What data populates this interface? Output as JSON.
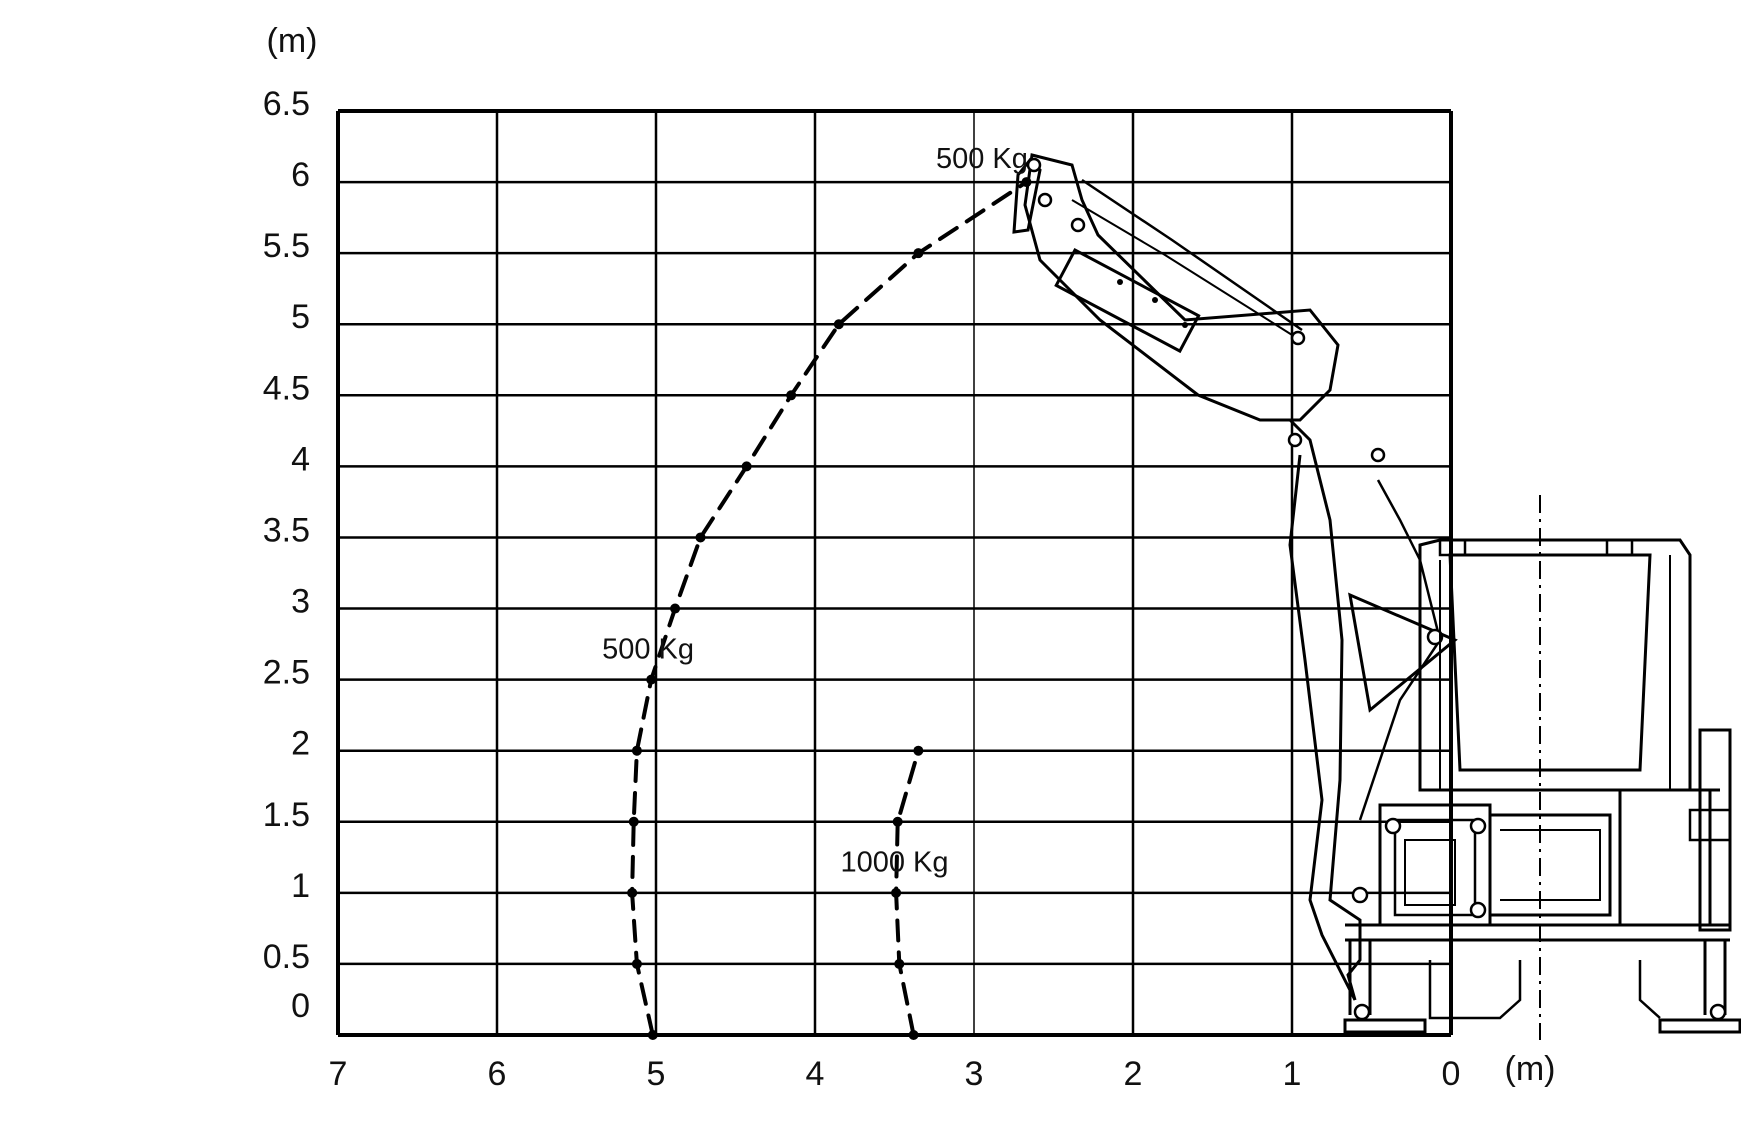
{
  "chart_data": {
    "type": "line",
    "title": "",
    "xlabel": "(m)",
    "ylabel": "(m)",
    "xlim": [
      7,
      0
    ],
    "ylim": [
      0,
      6.5
    ],
    "x_ticks": [
      "7",
      "6",
      "5",
      "4",
      "3",
      "2",
      "1",
      "0"
    ],
    "y_ticks": [
      "0",
      "0.5",
      "1",
      "1.5",
      "2",
      "2.5",
      "3",
      "3.5",
      "4",
      "4.5",
      "5",
      "5.5",
      "6",
      "6.5"
    ],
    "grid": true,
    "legend": "none",
    "series": [
      {
        "x": [
          5.02,
          5.12,
          5.15,
          5.14,
          5.12,
          5.03,
          4.88,
          4.72,
          4.43,
          4.15,
          3.85,
          3.35,
          2.67
        ],
        "y": [
          0,
          0.5,
          1,
          1.5,
          2,
          2.5,
          3,
          3.5,
          4,
          4.5,
          5,
          5.5,
          6
        ],
        "style": "dashed"
      },
      {
        "x": [
          3.38,
          3.47,
          3.49,
          3.48,
          3.35
        ],
        "y": [
          0,
          0.5,
          1,
          1.5,
          2
        ],
        "style": "dashed"
      }
    ],
    "annotations": [
      {
        "text": "500 Kg",
        "x": 2.95,
        "y": 6.1
      },
      {
        "text": "500 Kg",
        "x": 5.05,
        "y": 2.65
      },
      {
        "text": "1000 Kg",
        "x": 3.5,
        "y": 1.15
      }
    ],
    "colors": {
      "line": "#000000",
      "grid": "#000000",
      "background": "#ffffff"
    }
  },
  "illustration": {
    "name": "backhoe-loader-side-view"
  }
}
